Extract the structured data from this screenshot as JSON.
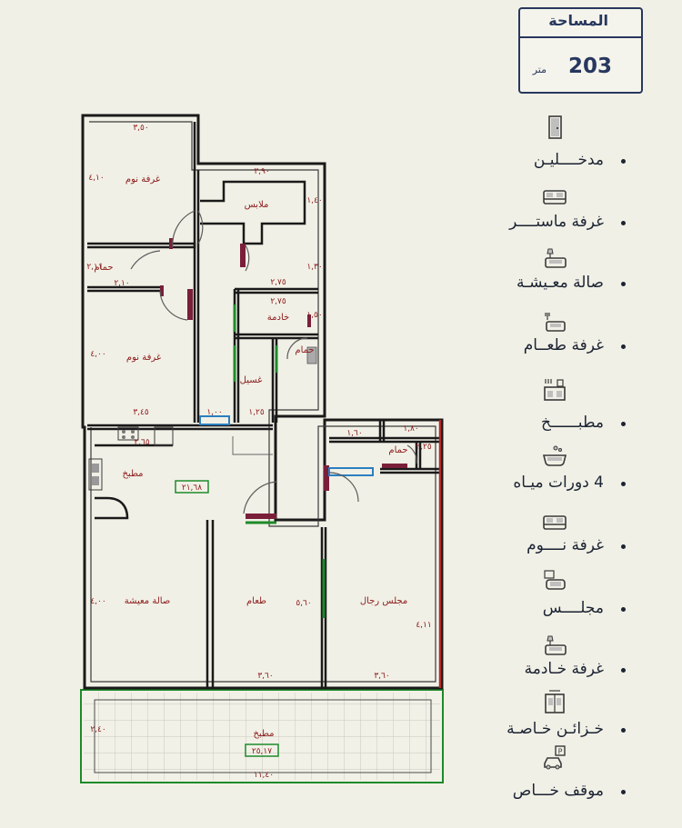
{
  "area": {
    "title": "المساحة",
    "value": "203",
    "unit": "متر"
  },
  "features": [
    {
      "label": "مدخــــليـن",
      "icon": "door-icon"
    },
    {
      "label": "غرفة ماستــــر",
      "icon": "bed-icon"
    },
    {
      "label": "صالة معـيشـة",
      "icon": "sofa-lamp-icon"
    },
    {
      "label": "غرفة طعــام",
      "icon": "dining-icon"
    },
    {
      "label": "مطبــــــخ",
      "icon": "kitchen-icon"
    },
    {
      "label": "4 دورات ميـاه",
      "icon": "bathtub-icon"
    },
    {
      "label": "غرفة نــــوم",
      "icon": "bed-icon"
    },
    {
      "label": "مجلــــس",
      "icon": "armchair-icon"
    },
    {
      "label": "غرفة خـادمة",
      "icon": "sofa-lamp-icon"
    },
    {
      "label": "خـزائـن خـاصـة",
      "icon": "wardrobe-icon"
    },
    {
      "label": "موقف خـــاص",
      "icon": "parking-icon"
    }
  ],
  "plan": {
    "rooms": {
      "bedroom_top": "غرفة نوم",
      "closet": "ملابس",
      "bath_left": "حمام",
      "maid": "خادمة",
      "bath_mid": "حمام",
      "bedroom_mid": "غرفة نوم",
      "laundry": "غسيل",
      "kitchen": "مطبخ",
      "bath_right": "حمام",
      "living": "صالة معيشة",
      "dining": "طعام",
      "majlis": "مجلس رجال",
      "yard": "مطبخ"
    },
    "dimensions": {
      "d1": "٣,٥٠",
      "d2": "٣,٩٠",
      "d3": "٣,٤٥",
      "d4": "٢,٧٥",
      "d5": "٢,٧٥",
      "d6": "١,٢٥",
      "d7": "٢,٦٥",
      "d8": "٣,٦٠",
      "d9": "٣,٦٠",
      "d10": "١١,٤٠",
      "d11": "٢,١٠",
      "d12": "٢,٤٠",
      "d13": "٤,١٠",
      "d14": "٥,٦٠",
      "d15": "١,٦٠",
      "d16": "١,٨٠",
      "d17": "٤,١١",
      "d18": "٢,١١",
      "d19": "٤,٠٠",
      "d20": "٤,٠٠",
      "d21": "١,٤٠",
      "d22": "١,٣٠",
      "d23": "١,٥٠",
      "d24": "١,٠٠",
      "d25": "٢,٢٥"
    },
    "area_tags": {
      "hall": "٢١,٦٨",
      "yard": "٢٥,١٧"
    }
  }
}
